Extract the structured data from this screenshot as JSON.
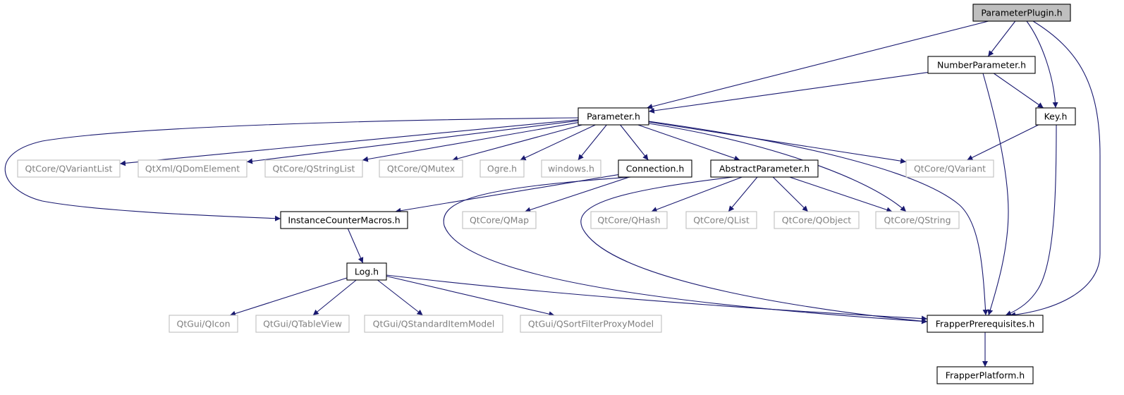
{
  "graph": {
    "root": "ParameterPlugin.h",
    "colors": {
      "edge": "#191970",
      "root_fill": "#bfbfbf",
      "documented_border": "#000000",
      "undocumented_border": "#bfbfbf",
      "documented_text": "#000000",
      "undocumented_text": "#808080"
    },
    "nodes": [
      {
        "id": "ParameterPlugin",
        "label": "ParameterPlugin.h",
        "kind": "root"
      },
      {
        "id": "NumberParameter",
        "label": "NumberParameter.h",
        "kind": "documented"
      },
      {
        "id": "Parameter",
        "label": "Parameter.h",
        "kind": "documented"
      },
      {
        "id": "Key",
        "label": "Key.h",
        "kind": "documented"
      },
      {
        "id": "QVariantList",
        "label": "QtCore/QVariantList",
        "kind": "external"
      },
      {
        "id": "QDomElement",
        "label": "QtXml/QDomElement",
        "kind": "external"
      },
      {
        "id": "QStringList",
        "label": "QtCore/QStringList",
        "kind": "external"
      },
      {
        "id": "QMutex",
        "label": "QtCore/QMutex",
        "kind": "external"
      },
      {
        "id": "Ogre",
        "label": "Ogre.h",
        "kind": "external"
      },
      {
        "id": "windows",
        "label": "windows.h",
        "kind": "external"
      },
      {
        "id": "Connection",
        "label": "Connection.h",
        "kind": "documented"
      },
      {
        "id": "AbstractParameter",
        "label": "AbstractParameter.h",
        "kind": "documented"
      },
      {
        "id": "QVariant",
        "label": "QtCore/QVariant",
        "kind": "external"
      },
      {
        "id": "InstanceCounterMacros",
        "label": "InstanceCounterMacros.h",
        "kind": "documented"
      },
      {
        "id": "QMap",
        "label": "QtCore/QMap",
        "kind": "external"
      },
      {
        "id": "QHash",
        "label": "QtCore/QHash",
        "kind": "external"
      },
      {
        "id": "QList",
        "label": "QtCore/QList",
        "kind": "external"
      },
      {
        "id": "QObject",
        "label": "QtCore/QObject",
        "kind": "external"
      },
      {
        "id": "QString",
        "label": "QtCore/QString",
        "kind": "external"
      },
      {
        "id": "Log",
        "label": "Log.h",
        "kind": "documented"
      },
      {
        "id": "QIcon",
        "label": "QtGui/QIcon",
        "kind": "external"
      },
      {
        "id": "QTableView",
        "label": "QtGui/QTableView",
        "kind": "external"
      },
      {
        "id": "QStandardItemModel",
        "label": "QtGui/QStandardItemModel",
        "kind": "external"
      },
      {
        "id": "QSortFilterProxyModel",
        "label": "QtGui/QSortFilterProxyModel",
        "kind": "external"
      },
      {
        "id": "FrapperPrerequisites",
        "label": "FrapperPrerequisites.h",
        "kind": "documented"
      },
      {
        "id": "FrapperPlatform",
        "label": "FrapperPlatform.h",
        "kind": "documented"
      }
    ],
    "edges": [
      [
        "ParameterPlugin",
        "Parameter"
      ],
      [
        "ParameterPlugin",
        "NumberParameter"
      ],
      [
        "ParameterPlugin",
        "Key"
      ],
      [
        "ParameterPlugin",
        "FrapperPrerequisites"
      ],
      [
        "NumberParameter",
        "Parameter"
      ],
      [
        "NumberParameter",
        "Key"
      ],
      [
        "NumberParameter",
        "FrapperPrerequisites"
      ],
      [
        "Key",
        "QVariant"
      ],
      [
        "Key",
        "FrapperPrerequisites"
      ],
      [
        "Parameter",
        "QVariantList"
      ],
      [
        "Parameter",
        "QDomElement"
      ],
      [
        "Parameter",
        "QStringList"
      ],
      [
        "Parameter",
        "QMutex"
      ],
      [
        "Parameter",
        "Ogre"
      ],
      [
        "Parameter",
        "windows"
      ],
      [
        "Parameter",
        "Connection"
      ],
      [
        "Parameter",
        "AbstractParameter"
      ],
      [
        "Parameter",
        "QVariant"
      ],
      [
        "Parameter",
        "QString"
      ],
      [
        "Parameter",
        "FrapperPrerequisites"
      ],
      [
        "Parameter",
        "InstanceCounterMacros"
      ],
      [
        "Connection",
        "InstanceCounterMacros"
      ],
      [
        "Connection",
        "QMap"
      ],
      [
        "Connection",
        "FrapperPrerequisites"
      ],
      [
        "AbstractParameter",
        "QHash"
      ],
      [
        "AbstractParameter",
        "QList"
      ],
      [
        "AbstractParameter",
        "QObject"
      ],
      [
        "AbstractParameter",
        "QString"
      ],
      [
        "AbstractParameter",
        "FrapperPrerequisites"
      ],
      [
        "InstanceCounterMacros",
        "Log"
      ],
      [
        "Log",
        "QIcon"
      ],
      [
        "Log",
        "QTableView"
      ],
      [
        "Log",
        "QStandardItemModel"
      ],
      [
        "Log",
        "QSortFilterProxyModel"
      ],
      [
        "Log",
        "FrapperPrerequisites"
      ],
      [
        "FrapperPrerequisites",
        "FrapperPlatform"
      ]
    ]
  }
}
